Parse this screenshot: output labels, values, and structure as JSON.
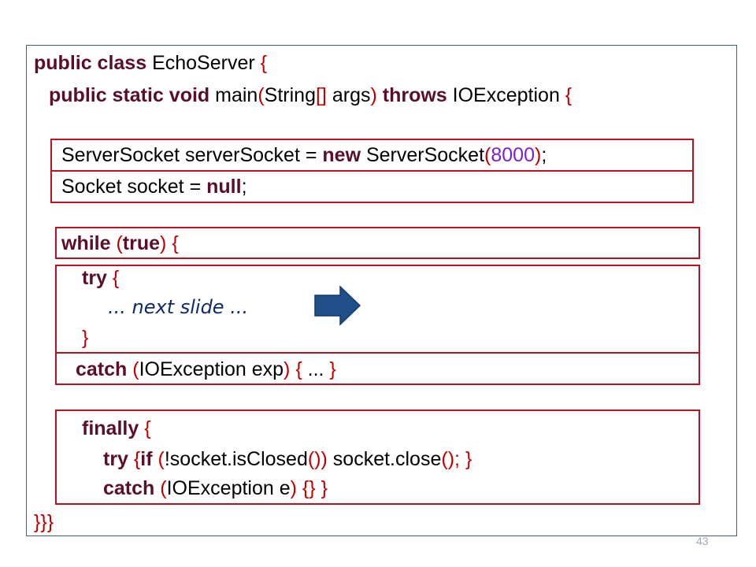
{
  "slide": {
    "page_number": "43",
    "code": {
      "l1": [
        "public class",
        " EchoServer ",
        "{"
      ],
      "l2": [
        "public static void",
        " main",
        "(",
        "String",
        "[]",
        " args",
        ")",
        " throws",
        " IOException ",
        "{"
      ],
      "l3": [
        "ServerSocket serverSocket = ",
        "new",
        " ServerSocket",
        "(",
        "8000",
        ")",
        ";"
      ],
      "l4": [
        "Socket socket = ",
        "null",
        ";"
      ],
      "l5": [
        "while",
        " ",
        "(",
        "true",
        ")",
        " ",
        "{"
      ],
      "l6": [
        "try",
        " ",
        "{"
      ],
      "l7": "... next slide ...",
      "l8": "}",
      "l9": [
        "catch",
        " ",
        "(",
        "IOException exp",
        ")",
        " ",
        "{",
        " ... ",
        "}"
      ],
      "l10": [
        "finally",
        " ",
        "{"
      ],
      "l11": [
        "try",
        " ",
        "{",
        "if",
        " ",
        "(",
        "!socket.isClosed",
        "())",
        " socket.close",
        "();",
        " ",
        "}"
      ],
      "l12": [
        "catch",
        " ",
        "(",
        "IOException e",
        ")",
        " ",
        "{}",
        " ",
        "}"
      ],
      "l13": "}}}"
    }
  }
}
